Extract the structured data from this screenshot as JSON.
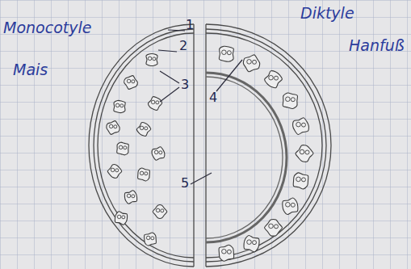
{
  "diagram": {
    "labels": [
      "Monocotyle",
      "Mais",
      "Diktyle",
      "Hanfuß",
      "1",
      "2",
      "3",
      "4",
      "5"
    ]
  }
}
